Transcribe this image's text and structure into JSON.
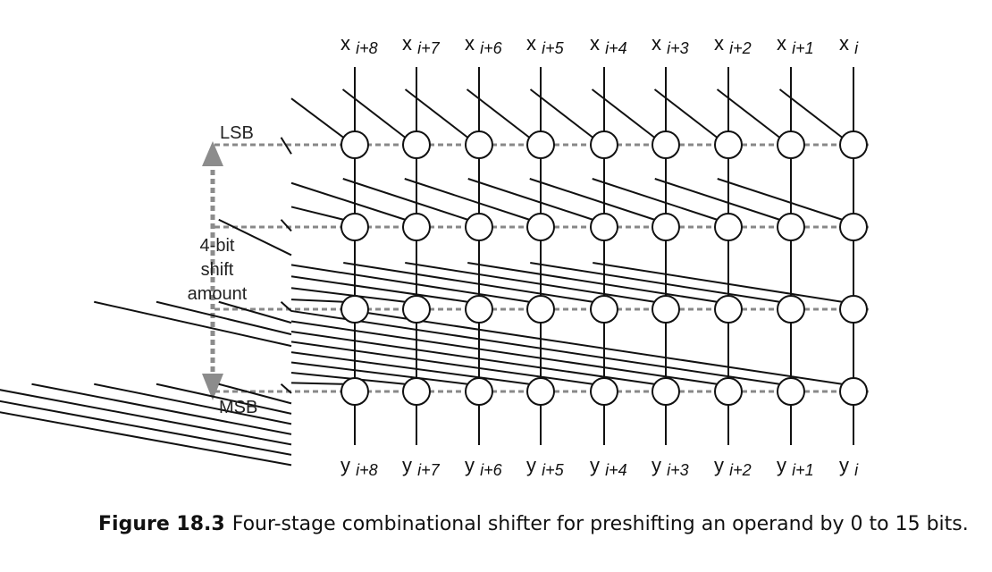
{
  "diagram": {
    "inputs": [
      {
        "var": "x",
        "sub": "i+8"
      },
      {
        "var": "x",
        "sub": "i+7"
      },
      {
        "var": "x",
        "sub": "i+6"
      },
      {
        "var": "x",
        "sub": "i+5"
      },
      {
        "var": "x",
        "sub": "i+4"
      },
      {
        "var": "x",
        "sub": "i+3"
      },
      {
        "var": "x",
        "sub": "i+2"
      },
      {
        "var": "x",
        "sub": "i+1"
      },
      {
        "var": "x",
        "sub": "i"
      }
    ],
    "outputs": [
      {
        "var": "y",
        "sub": "i+8"
      },
      {
        "var": "y",
        "sub": "i+7"
      },
      {
        "var": "y",
        "sub": "i+6"
      },
      {
        "var": "y",
        "sub": "i+5"
      },
      {
        "var": "y",
        "sub": "i+4"
      },
      {
        "var": "y",
        "sub": "i+3"
      },
      {
        "var": "y",
        "sub": "i+2"
      },
      {
        "var": "y",
        "sub": "i+1"
      },
      {
        "var": "y",
        "sub": "i"
      }
    ],
    "control": {
      "lsb_label": "LSB",
      "msb_label": "MSB",
      "shift_label_lines": [
        "4-bit",
        "shift",
        "amount"
      ]
    },
    "stages": [
      {
        "shift": 1
      },
      {
        "shift": 2
      },
      {
        "shift": 4
      },
      {
        "shift": 8
      }
    ],
    "colors": {
      "wire": "#111111",
      "control": "#888888",
      "arrow": "#8c8c8c"
    }
  },
  "caption": {
    "figure_number": "Figure 18.3",
    "text": "Four-stage combinational shifter for preshifting an operand by 0 to 15 bits."
  }
}
